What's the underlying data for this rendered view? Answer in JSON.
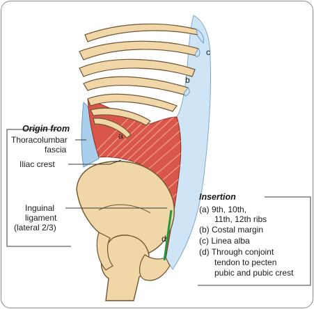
{
  "labels": {
    "a": "a",
    "b": "b",
    "c": "c",
    "d": "d"
  },
  "origin": {
    "heading": "Origin from",
    "fascia_line1": "Thoracolumbar",
    "fascia_line2": "fascia",
    "iliac_crest": "Iliac crest",
    "inguinal_line1": "Inguinal",
    "inguinal_line2": "ligament",
    "inguinal_line3": "(lateral 2/3)"
  },
  "insertion": {
    "heading": "Insertion",
    "lines": [
      "(a) 9th, 10th,",
      "11th, 12th ribs",
      "(b) Costal margin",
      "(c) Linea alba",
      "(d) Through conjoint",
      "tendon to pecten",
      "pubic and pubic crest"
    ]
  },
  "colors": {
    "bone": "#f1d6a8",
    "bone_outline": "#6e5432",
    "muscle": "#d9574a",
    "muscle_stripe": "#f0a898",
    "aponeurosis": "#cfe4f4",
    "fascia": "#9cc6e6",
    "tendon": "#1f9a3c",
    "leader": "#3a3a3a"
  }
}
